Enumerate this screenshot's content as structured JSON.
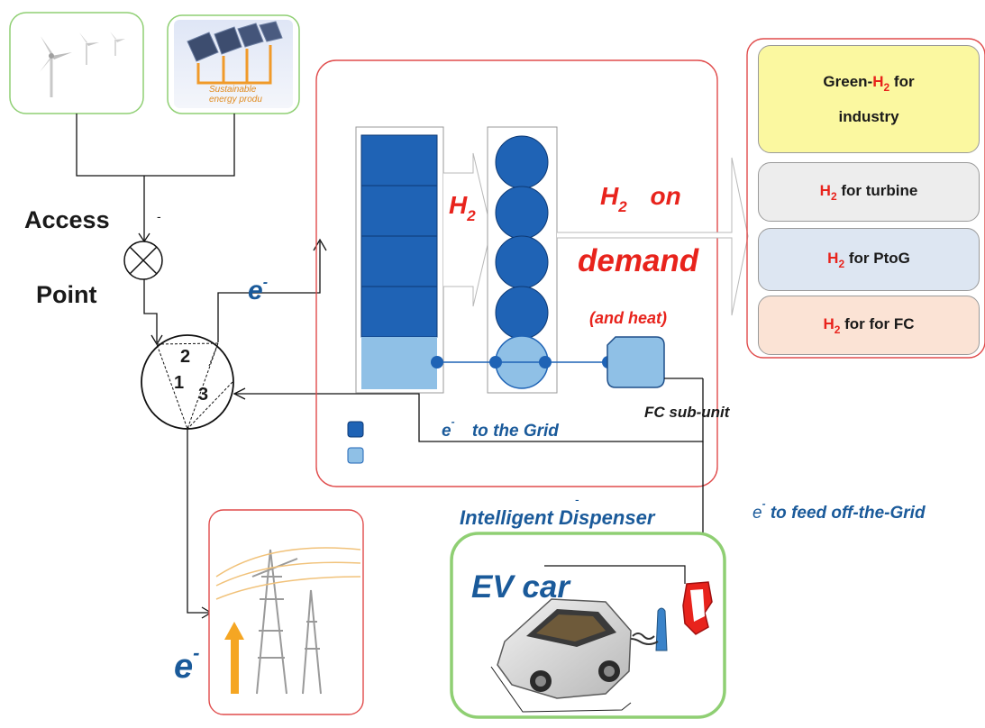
{
  "left": {
    "access_label": "Access",
    "point_label": "Point",
    "access_minus": "-",
    "node_labels": [
      "2",
      "1",
      "3"
    ],
    "e_label": "e",
    "e_sup": "-",
    "e_grid_big": "e",
    "e_grid_big_sup": "-"
  },
  "solar_caption_line1": "Sustainable",
  "solar_caption_line2": "energy produ",
  "center": {
    "h2_base": "H",
    "h2_sub": "2",
    "h2_on_base": "H",
    "h2_on_sub": "2",
    "h2_on_rest": "on",
    "demand": "demand",
    "and_heat": "(and heat)",
    "fc_subunit": "FC sub-unit",
    "e_to_grid_base": "e",
    "e_to_grid_sup": "-",
    "e_to_grid_rest": "to the Grid"
  },
  "dispenser": {
    "title": "Intelligent Dispenser",
    "title_mark": "-",
    "ev_car": "EV car"
  },
  "offgrid": {
    "e_base": "e",
    "e_sup": "-",
    "rest": "to feed off-the-Grid"
  },
  "outputs": [
    {
      "prefix": "Green-",
      "h": "H",
      "sub": "2",
      "suffix": " for",
      "line2": "industry",
      "color": "#fbf8a0"
    },
    {
      "prefix": "",
      "h": "H",
      "sub": "2",
      "suffix": " for turbine",
      "line2": "",
      "color": "#ededed"
    },
    {
      "prefix": "",
      "h": "H",
      "sub": "2",
      "suffix": " for PtoG",
      "line2": "",
      "color": "#dde6f2"
    },
    {
      "prefix": "",
      "h": "H",
      "sub": "2",
      "suffix": " for for FC",
      "line2": "",
      "color": "#fbe3d5"
    }
  ],
  "colors": {
    "accent_red": "#e8231c",
    "label_blue": "#1a5a9a",
    "stack_dark": "#1f63b5",
    "stack_light": "#8fc0e6",
    "green_border": "#8fcf73",
    "red_border": "#e04b4b"
  },
  "icons": [
    "wind-turbine-icon",
    "solar-panel-icon",
    "power-tower-icon",
    "ev-car-icon",
    "dispenser-nozzle-icon",
    "fuel-pump-icon"
  ]
}
